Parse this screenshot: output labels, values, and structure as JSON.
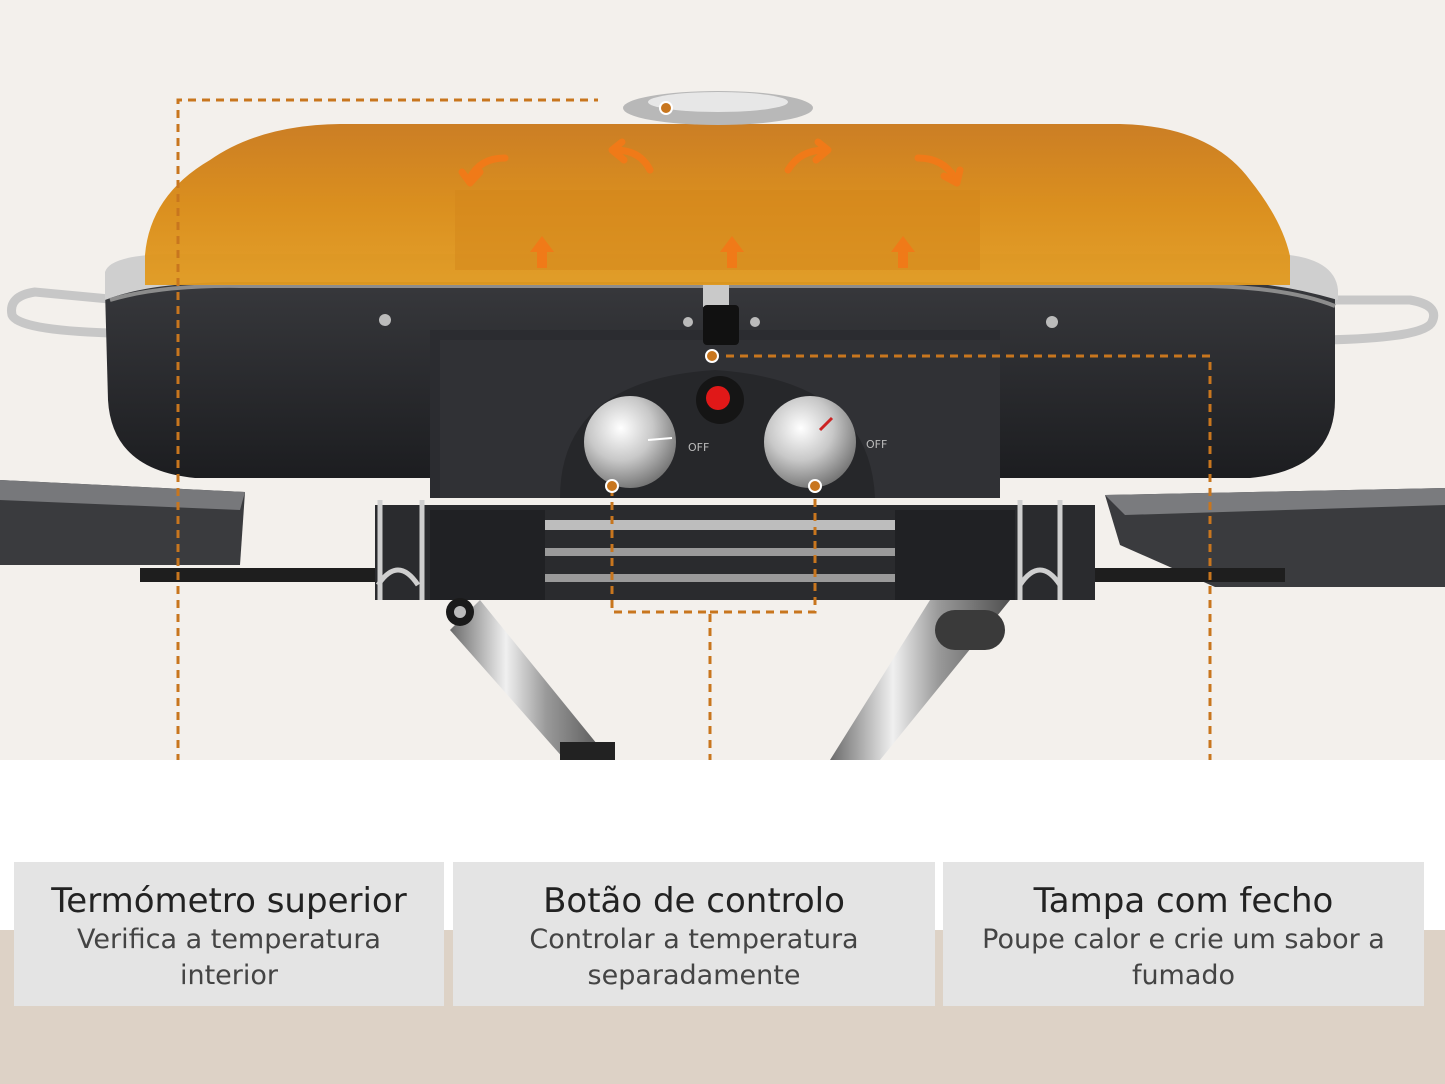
{
  "image": {
    "product": "portable-gas-grill",
    "colors": {
      "body": "#2a2b2e",
      "lid_overlay": "#e0890f",
      "arrow": "#f07a18",
      "callout_line": "#c8761e",
      "red_button": "#e01818"
    }
  },
  "callouts": [
    {
      "title": "Termómetro superior",
      "description": "Verifica a temperatura interior"
    },
    {
      "title": "Botão de controlo",
      "description": "Controlar a temperatura separadamente"
    },
    {
      "title": "Tampa com fecho",
      "description": "Poupe calor e crie um sabor a fumado"
    }
  ],
  "knobs": {
    "off_label_left": "OFF",
    "off_label_right": "OFF"
  }
}
